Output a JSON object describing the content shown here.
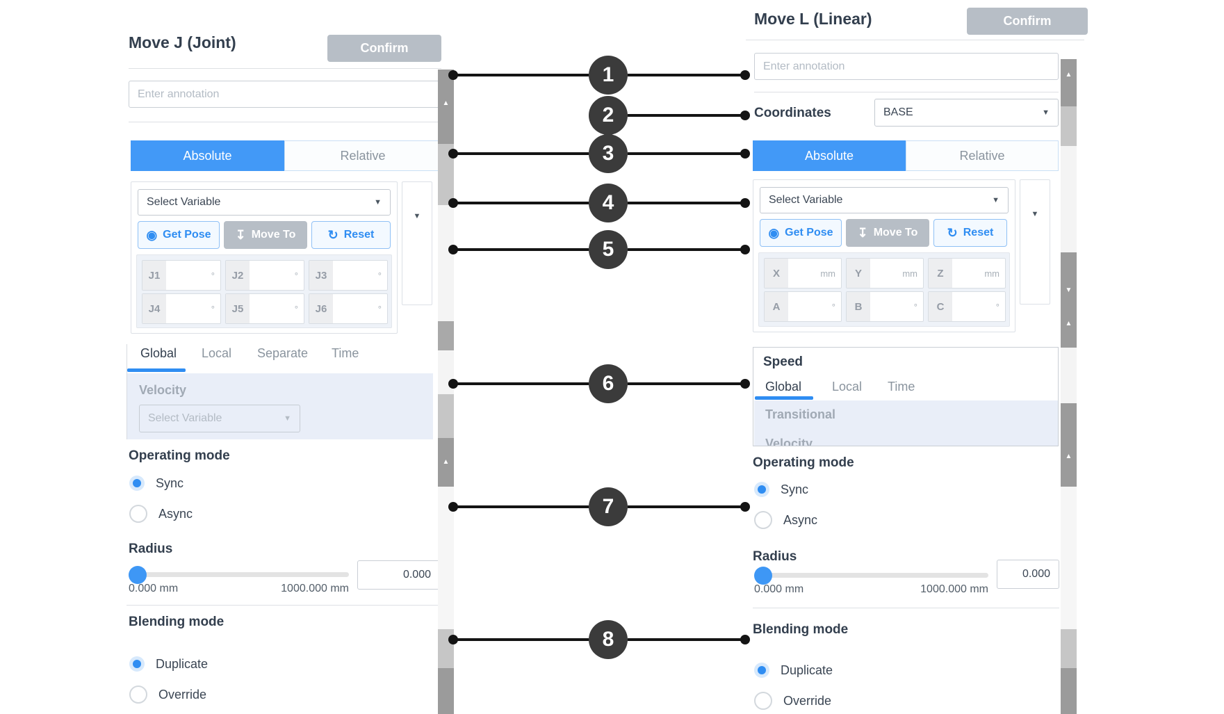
{
  "colors": {
    "accent_blue": "#4299F7",
    "selected_blue": "#2F8DF2",
    "confirm_gray": "#B7BEC6",
    "dark_text": "#333F4E",
    "muted_text": "#8A949E",
    "callout_bg": "#3B3B3B",
    "panel_light_blue": "#E9EEF8"
  },
  "left_panel": {
    "title": "Move J (Joint)",
    "confirm_label": "Confirm",
    "annotation_placeholder": "Enter annotation",
    "tabs": {
      "absolute": "Absolute",
      "relative": "Relative",
      "selected": "Absolute"
    },
    "variable_placeholder": "Select Variable",
    "buttons": {
      "get_pose": "Get Pose",
      "move_to": "Move To",
      "reset": "Reset"
    },
    "joints": [
      {
        "label": "J1",
        "unit": "°",
        "value": ""
      },
      {
        "label": "J2",
        "unit": "°",
        "value": ""
      },
      {
        "label": "J3",
        "unit": "°",
        "value": ""
      },
      {
        "label": "J4",
        "unit": "°",
        "value": ""
      },
      {
        "label": "J5",
        "unit": "°",
        "value": ""
      },
      {
        "label": "J6",
        "unit": "°",
        "value": ""
      }
    ],
    "speed_tabs": {
      "items": [
        "Global",
        "Local",
        "Separate",
        "Time"
      ],
      "selected": "Global"
    },
    "velocity": {
      "label": "Velocity",
      "placeholder": "Select Variable"
    },
    "operating_mode": {
      "heading": "Operating mode",
      "sync": "Sync",
      "async": "Async",
      "selected": "Sync"
    },
    "radius": {
      "heading": "Radius",
      "min_label": "0.000 mm",
      "max_label": "1000.000 mm",
      "value": "0.000"
    },
    "blending": {
      "heading": "Blending mode",
      "duplicate": "Duplicate",
      "override": "Override",
      "selected": "Duplicate"
    }
  },
  "right_panel": {
    "title": "Move L (Linear)",
    "confirm_label": "Confirm",
    "annotation_placeholder": "Enter annotation",
    "coordinates": {
      "label": "Coordinates",
      "value": "BASE"
    },
    "tabs": {
      "absolute": "Absolute",
      "relative": "Relative",
      "selected": "Absolute"
    },
    "variable_placeholder": "Select Variable",
    "buttons": {
      "get_pose": "Get Pose",
      "move_to": "Move To",
      "reset": "Reset"
    },
    "fields": [
      {
        "label": "X",
        "unit": "mm",
        "value": ""
      },
      {
        "label": "Y",
        "unit": "mm",
        "value": ""
      },
      {
        "label": "Z",
        "unit": "mm",
        "value": ""
      },
      {
        "label": "A",
        "unit": "°",
        "value": ""
      },
      {
        "label": "B",
        "unit": "°",
        "value": ""
      },
      {
        "label": "C",
        "unit": "°",
        "value": ""
      }
    ],
    "speed": {
      "heading": "Speed",
      "tabs": [
        "Global",
        "Local",
        "Time"
      ],
      "selected": "Global",
      "transitional_label": "Transitional",
      "clipped_label": "Velocity"
    },
    "operating_mode": {
      "heading": "Operating mode",
      "sync": "Sync",
      "async": "Async",
      "selected": "Sync"
    },
    "radius": {
      "heading": "Radius",
      "min_label": "0.000 mm",
      "max_label": "1000.000 mm",
      "value": "0.000"
    },
    "blending": {
      "heading": "Blending mode",
      "duplicate": "Duplicate",
      "override": "Override",
      "selected": "Duplicate"
    }
  },
  "callouts": [
    "1",
    "2",
    "3",
    "4",
    "5",
    "6",
    "7",
    "8"
  ]
}
